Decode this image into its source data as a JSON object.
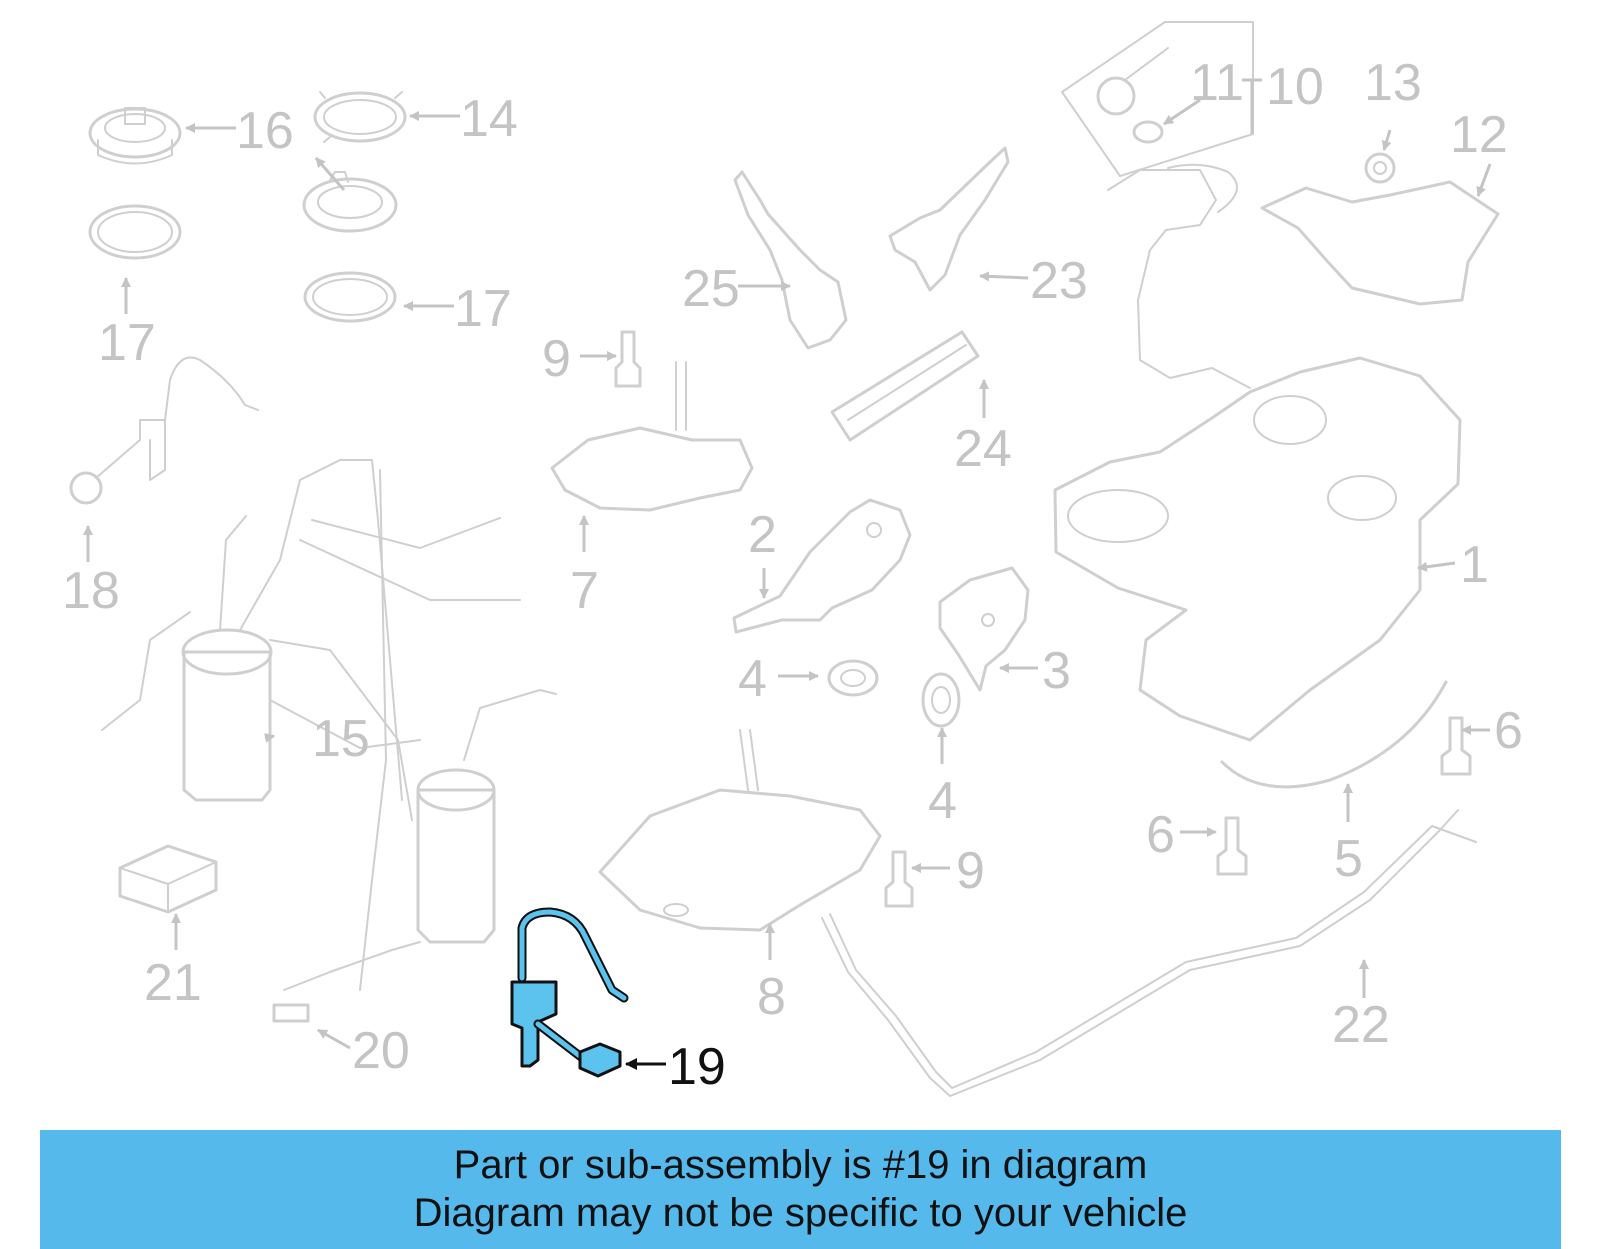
{
  "diagram": {
    "callouts": [
      "1",
      "2",
      "3",
      "4",
      "4",
      "5",
      "6",
      "6",
      "7",
      "8",
      "9",
      "9",
      "10",
      "11",
      "12",
      "13",
      "14",
      "15",
      "16",
      "17",
      "17",
      "18",
      "20",
      "21",
      "22",
      "23",
      "24",
      "25"
    ],
    "highlighted_callout": "19",
    "colors": {
      "part_outline": "#cfcfcf",
      "label_gray": "#c4c4c4",
      "highlight_fill": "#5bc3ee",
      "highlight_outline": "#111111",
      "banner": "#55b9ec"
    }
  },
  "caption": {
    "line1": "Part or sub-assembly is #19 in diagram",
    "line2": "Diagram may not be specific to your vehicle"
  }
}
